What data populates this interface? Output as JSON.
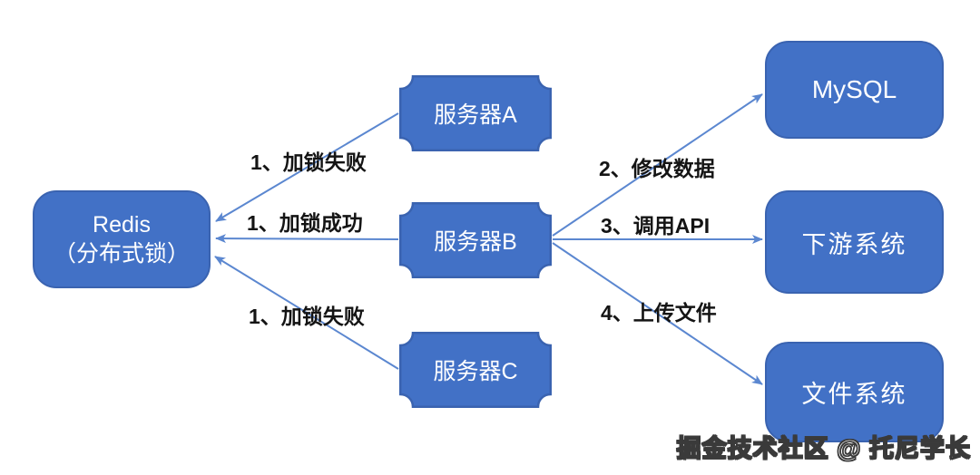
{
  "colors": {
    "box_fill": "#4271c6",
    "box_border": "#3a63b0",
    "arrow_color": "#5b87d0",
    "box_text_color": "#ffffff",
    "label_color": "#141414",
    "watermark_fill": "#ffffff",
    "watermark_outline": "#3a3a3a"
  },
  "nodes": {
    "redis": {
      "line1": "Redis",
      "line2": "（分布式锁）"
    },
    "server_a": {
      "label": "服务器A"
    },
    "server_b": {
      "label": "服务器B"
    },
    "server_c": {
      "label": "服务器C"
    },
    "mysql": {
      "label": "MySQL"
    },
    "downstream": {
      "label": "下游系统"
    },
    "filesystem": {
      "label": "文件系统"
    }
  },
  "edges": {
    "a_to_redis": {
      "label": "1、加锁失败"
    },
    "b_to_redis": {
      "label": "1、加锁成功"
    },
    "c_to_redis": {
      "label": "1、加锁失败"
    },
    "b_to_mysql": {
      "label": "2、修改数据"
    },
    "b_to_downstream": {
      "label": "3、调用API"
    },
    "b_to_filesystem": {
      "label": "4、上传文件"
    }
  },
  "watermark": "掘金技术社区 @ 托尼学长"
}
